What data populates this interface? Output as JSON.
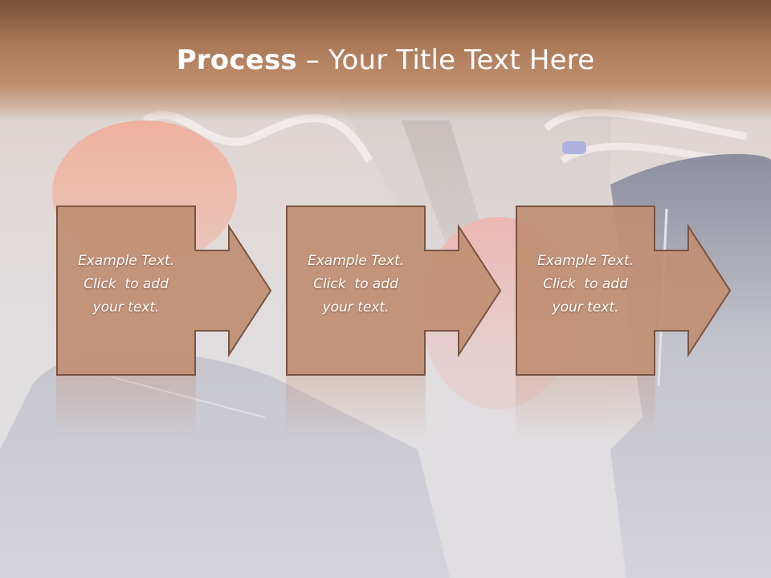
{
  "slide": {
    "title_bold": "Process",
    "title_rest": " – Your Title Text Here"
  },
  "steps": [
    {
      "line1": "Example Text.",
      "line2": "Click  to add",
      "line3": "your text."
    },
    {
      "line1": "Example Text.",
      "line2": "Click  to add",
      "line3": "your text."
    },
    {
      "line1": "Example Text.",
      "line2": "Click  to add",
      "line3": "your text."
    }
  ],
  "colors": {
    "box_fill": "#c08f73",
    "box_stroke": "#7a5442",
    "title_band": "#a06e4e"
  }
}
